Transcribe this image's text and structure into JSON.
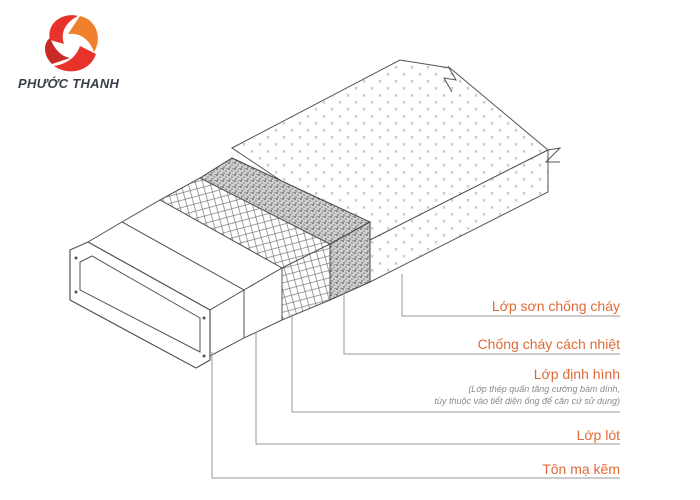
{
  "brand": {
    "name": "PHƯỚC THANH",
    "colors": {
      "red": "#e8332a",
      "orange": "#f07f2e",
      "dark": "#3a3f4a"
    }
  },
  "labels": {
    "paint": "Lớp sơn chống cháy",
    "insulation": "Chống cháy cách nhiệt",
    "shaping": "Lớp định hình",
    "shaping_note_1": "(Lớp thép quấn tăng cường bám dính,",
    "shaping_note_2": "tùy thuộc vào tiết diện ống để căn cứ sử dụng)",
    "lining": "Lớp lót",
    "galvanized": "Tôn mạ kẽm"
  },
  "colors": {
    "label": "#e06a35",
    "line": "#555555",
    "leader": "#9a9a9a"
  }
}
